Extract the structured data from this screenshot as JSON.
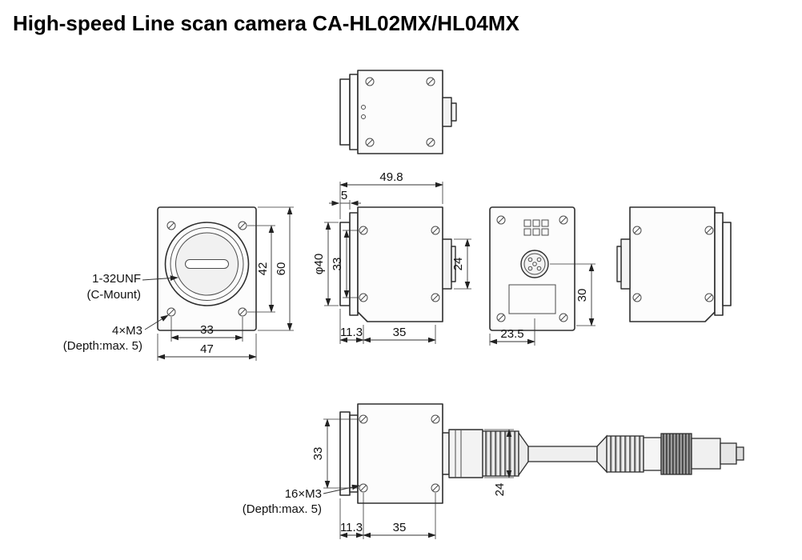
{
  "title": "High-speed Line scan camera CA-HL02MX/HL04MX",
  "colors": {
    "ink": "#2e2e2e",
    "paper": "#ffffff"
  },
  "labels": {
    "cmount_1": "1-32UNF",
    "cmount_2": "(C-Mount)",
    "front_m3_1": "4×M3",
    "front_m3_2": "(Depth:max. 5)",
    "bottom_m3_1": "16×M3",
    "bottom_m3_2": "(Depth:max. 5)"
  },
  "dims": {
    "front_hole_span_h": "33",
    "front_width": "47",
    "front_hole_span_v": "42",
    "front_height": "60",
    "depth_total": "49.8",
    "lens_protrusion": "5",
    "lens_dia": "φ40",
    "side_hole_span_v": "33",
    "connector_height": "24",
    "side_front_offset": "11.3",
    "side_hole_span_h": "35",
    "rear_connector_offset": "23.5",
    "rear_span": "30",
    "bottom_hole_span_v": "33",
    "cable_height": "24",
    "bottom_front_offset": "11.3",
    "bottom_hole_span_h": "35"
  }
}
